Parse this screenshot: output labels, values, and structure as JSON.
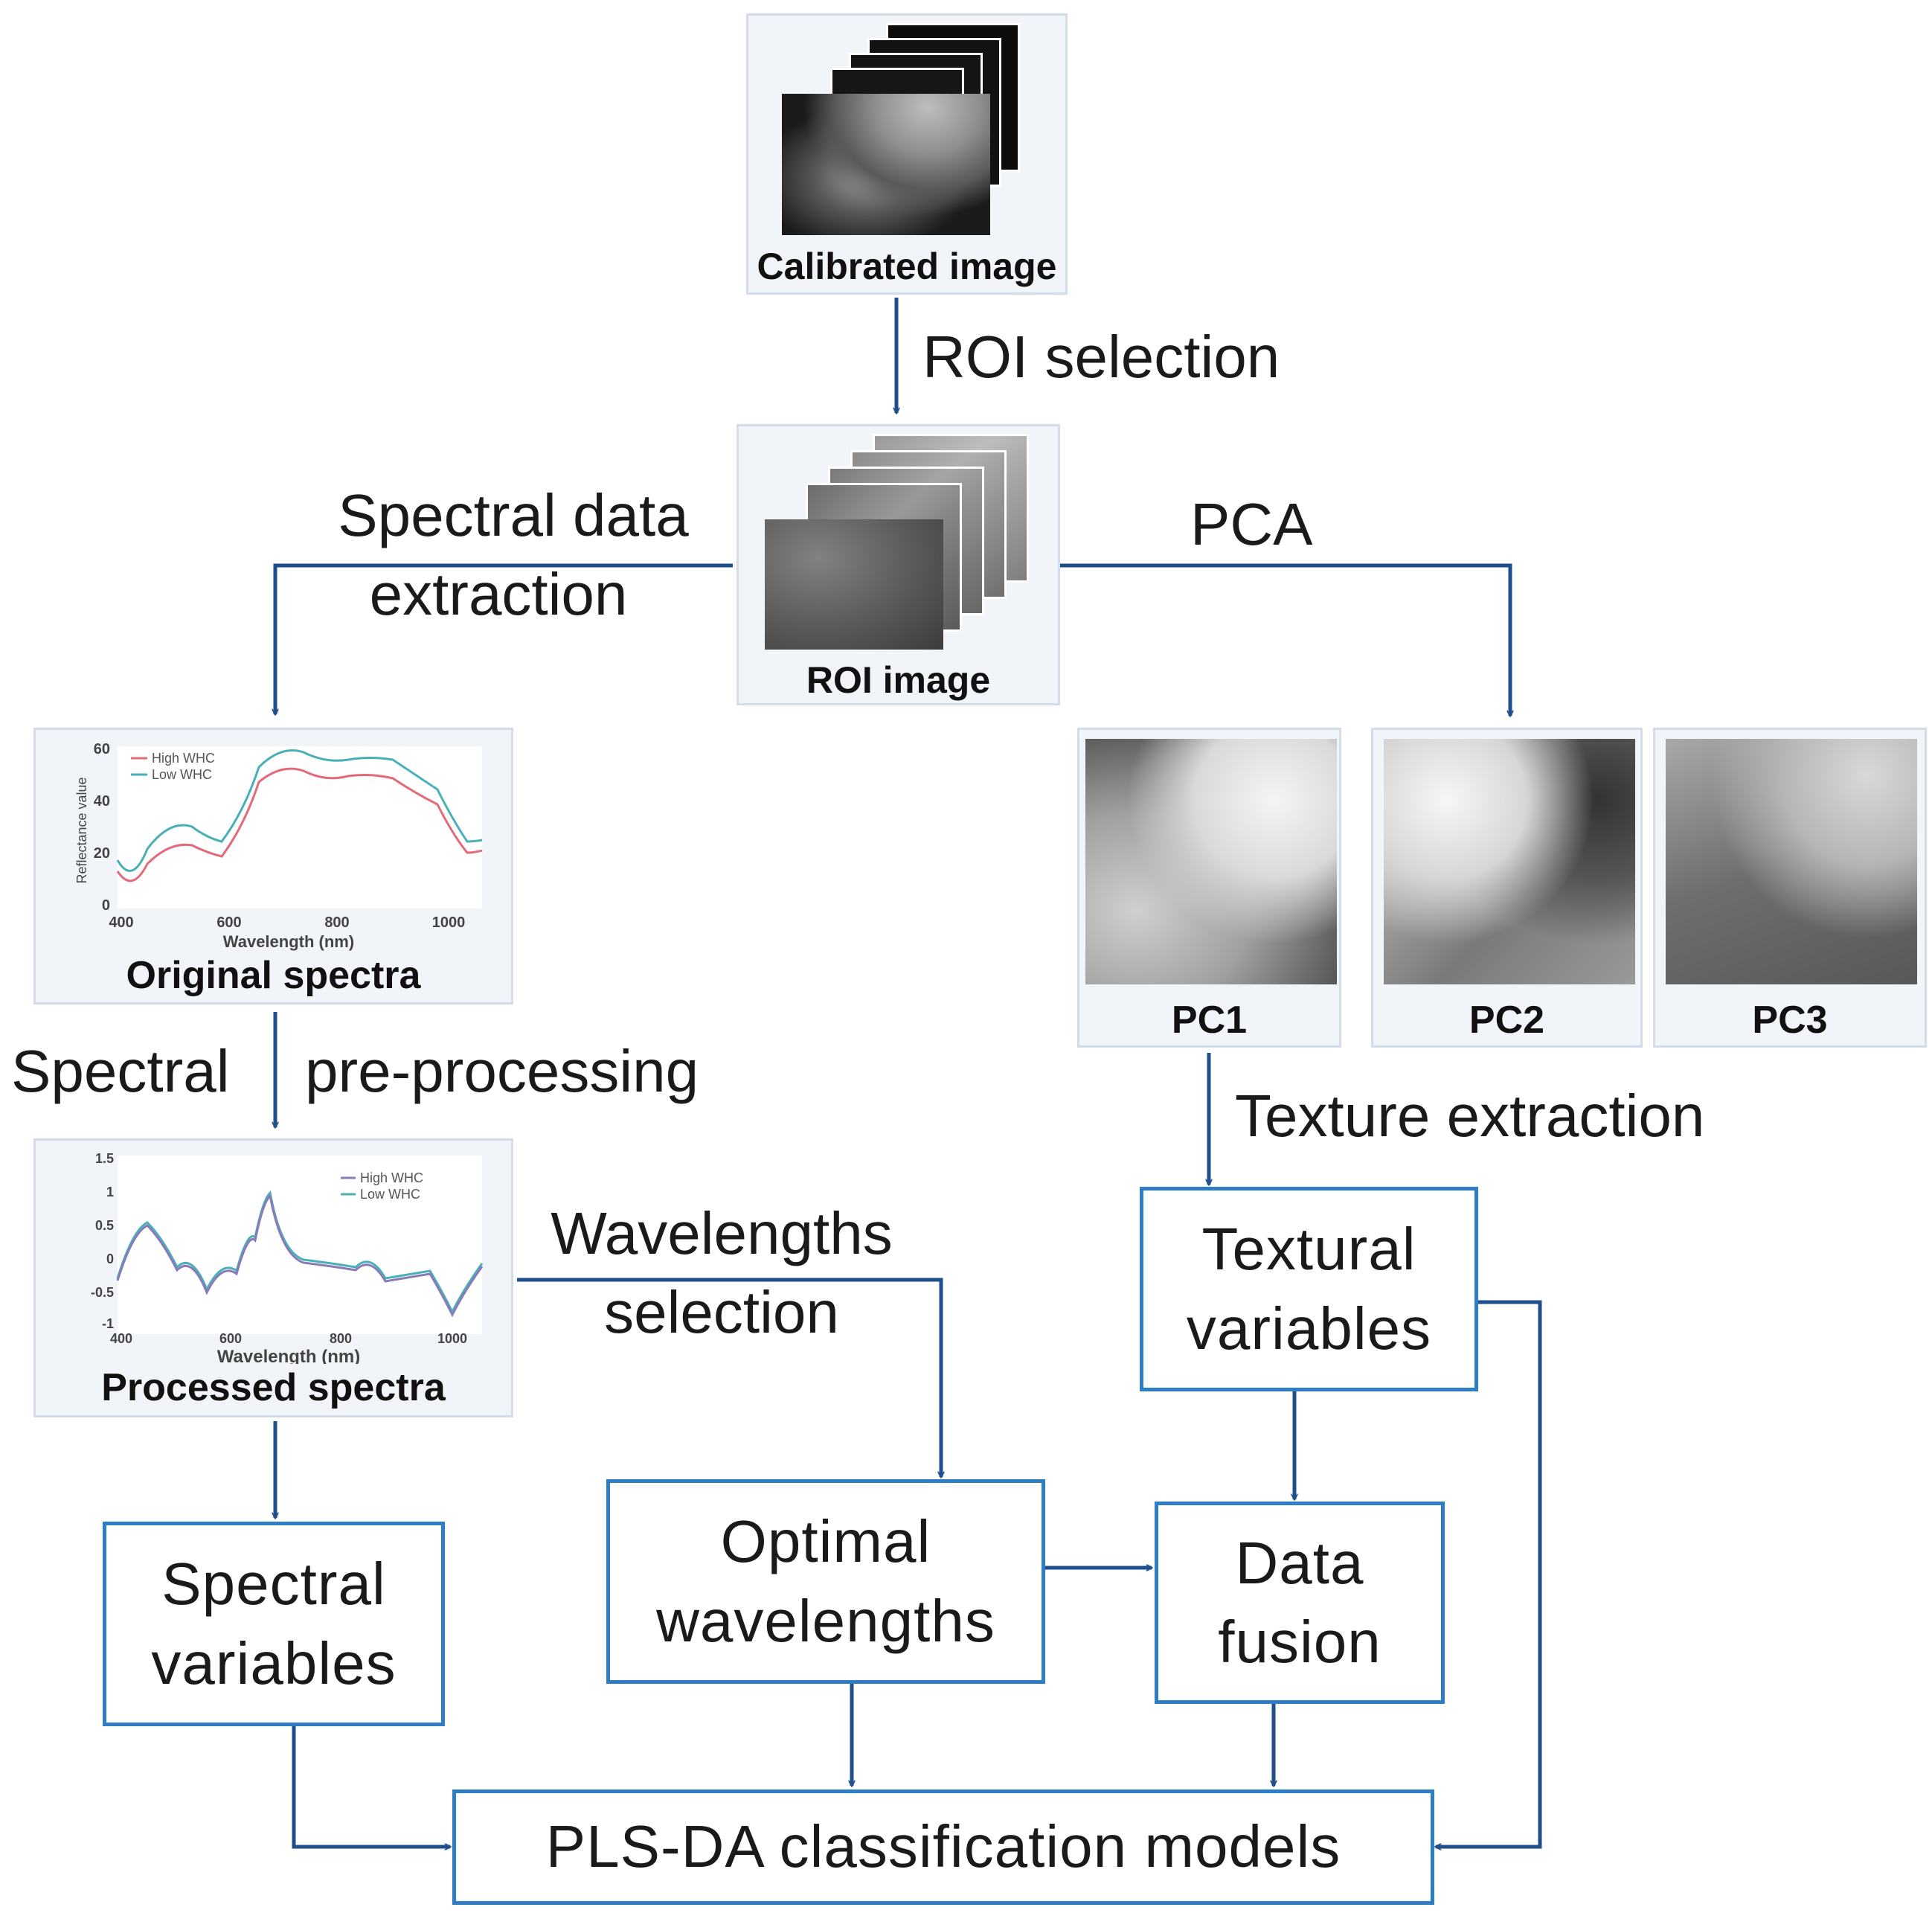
{
  "panels": {
    "calibrated": {
      "caption": "Calibrated image"
    },
    "roi": {
      "caption": "ROI image"
    },
    "original": {
      "caption": "Original spectra",
      "legend": [
        "High WHC",
        "Low WHC"
      ],
      "ylabel": "Reflectance value",
      "xlabel": "Wavelength (nm)",
      "xticks": [
        "400",
        "600",
        "800",
        "1000"
      ],
      "yticks": [
        "0",
        "20",
        "40",
        "60"
      ]
    },
    "processed": {
      "caption": "Processed spectra",
      "legend": [
        "High WHC",
        "Low WHC"
      ],
      "xlabel": "Wavelength (nm)",
      "xticks": [
        "400",
        "600",
        "800",
        "1000"
      ],
      "yticks": [
        "1.5",
        "1",
        "0.5",
        "0",
        "-0.5",
        "-1"
      ]
    },
    "pc1": {
      "caption": "PC1"
    },
    "pc2": {
      "caption": "PC2"
    },
    "pc3": {
      "caption": "PC3"
    }
  },
  "edge_labels": {
    "roi_selection": "ROI selection",
    "spectral_extraction_1": "Spectral data",
    "spectral_extraction_2": "extraction",
    "pca": "PCA",
    "spectral_pre": "Spectral",
    "pre_processing": "pre-processing",
    "wavelengths_selection_1": "Wavelengths",
    "wavelengths_selection_2": "selection",
    "texture_extraction": "Texture extraction"
  },
  "boxes": {
    "textural_1": "Textural",
    "textural_2": "variables",
    "spectral_1": "Spectral",
    "spectral_2": "variables",
    "optimal_1": "Optimal",
    "optimal_2": "wavelengths",
    "fusion_1": "Data",
    "fusion_2": "fusion",
    "plsda": "PLS-DA classification models"
  },
  "colors": {
    "arrow": "#1f4e8c",
    "box_border": "#2d7ec4",
    "series_high": "#e36a78",
    "series_low": "#4ab0b8"
  }
}
